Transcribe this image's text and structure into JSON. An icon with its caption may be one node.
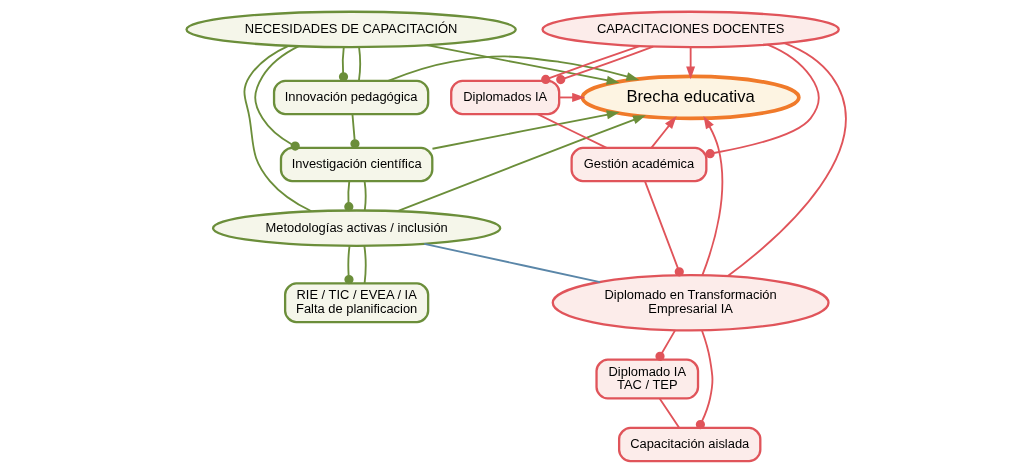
{
  "diagram": {
    "nodes": [
      {
        "text": [
          "NECESIDADES DE CAPACITACIÓN"
        ]
      },
      {
        "text": [
          "Innovación pedagógica"
        ]
      },
      {
        "text": [
          "Investigación científica"
        ]
      },
      {
        "text": [
          "Metodologías activas / inclusión"
        ]
      },
      {
        "text": [
          "RIE / TIC / EVEA / IA",
          "Falta de planificacion"
        ]
      },
      {
        "text": [
          "Brecha educativa"
        ]
      },
      {
        "text": [
          "CAPACITACIONES DOCENTES"
        ]
      },
      {
        "text": [
          "Diplomados IA"
        ]
      },
      {
        "text": [
          "Gestión académica"
        ]
      },
      {
        "text": [
          "Diplomado en Transformación",
          "Empresarial IA"
        ]
      },
      {
        "text": [
          "Diplomado IA",
          "TAC / TEP"
        ]
      },
      {
        "text": [
          "Capacitación aislada"
        ]
      }
    ],
    "edges": [
      {
        "from": 0,
        "to": 1,
        "arrow": "other"
      },
      {
        "from": 1,
        "to": 2,
        "arrow": "other"
      },
      {
        "from": 2,
        "to": 3,
        "arrow": "other"
      },
      {
        "from": 3,
        "to": 4,
        "arrow": "other"
      },
      {
        "from": 3,
        "to": 4,
        "arrow": "none"
      },
      {
        "from": 0,
        "to": 1,
        "arrow": "none"
      },
      {
        "from": 0,
        "to": 3,
        "arrow": "none"
      },
      {
        "from": 0,
        "to": 2,
        "arrow": "other"
      },
      {
        "from": 2,
        "to": 3,
        "arrow": "none"
      },
      {
        "from": 0,
        "to": 5,
        "arrow": "to"
      },
      {
        "from": 1,
        "to": 5,
        "arrow": "to"
      },
      {
        "from": 2,
        "to": 5,
        "arrow": "to"
      },
      {
        "from": 3,
        "to": 5,
        "arrow": "to"
      },
      {
        "from": 3,
        "to": 9,
        "arrow": "none",
        "color": "#5a86a8"
      },
      {
        "from": 6,
        "to": 5,
        "arrow": "to",
        "color": "#e0545a"
      },
      {
        "from": 7,
        "to": 5,
        "arrow": "to",
        "color": "#e0545a"
      },
      {
        "from": 8,
        "to": 5,
        "arrow": "to",
        "color": "#e0545a"
      },
      {
        "from": 9,
        "to": 5,
        "arrow": "to",
        "color": "#e0545a"
      },
      {
        "from": 6,
        "to": 7,
        "arrow": "other",
        "color": "#e0545a"
      },
      {
        "from": 6,
        "to": 7,
        "arrow": "other",
        "color": "#e0545a"
      },
      {
        "from": 7,
        "to": 8,
        "arrow": "none",
        "color": "#e0545a"
      },
      {
        "from": 8,
        "to": 9,
        "arrow": "other",
        "color": "#e0545a"
      },
      {
        "from": 6,
        "to": 9,
        "arrow": "none",
        "color": "#e0545a"
      },
      {
        "from": 6,
        "to": 8,
        "arrow": "other",
        "color": "#e0545a"
      },
      {
        "from": 9,
        "to": 10,
        "arrow": "other",
        "color": "#e0545a"
      },
      {
        "from": 9,
        "to": 11,
        "arrow": "other",
        "color": "#e0545a"
      },
      {
        "from": 10,
        "to": 11,
        "arrow": "none",
        "color": "#e0545a"
      }
    ]
  }
}
